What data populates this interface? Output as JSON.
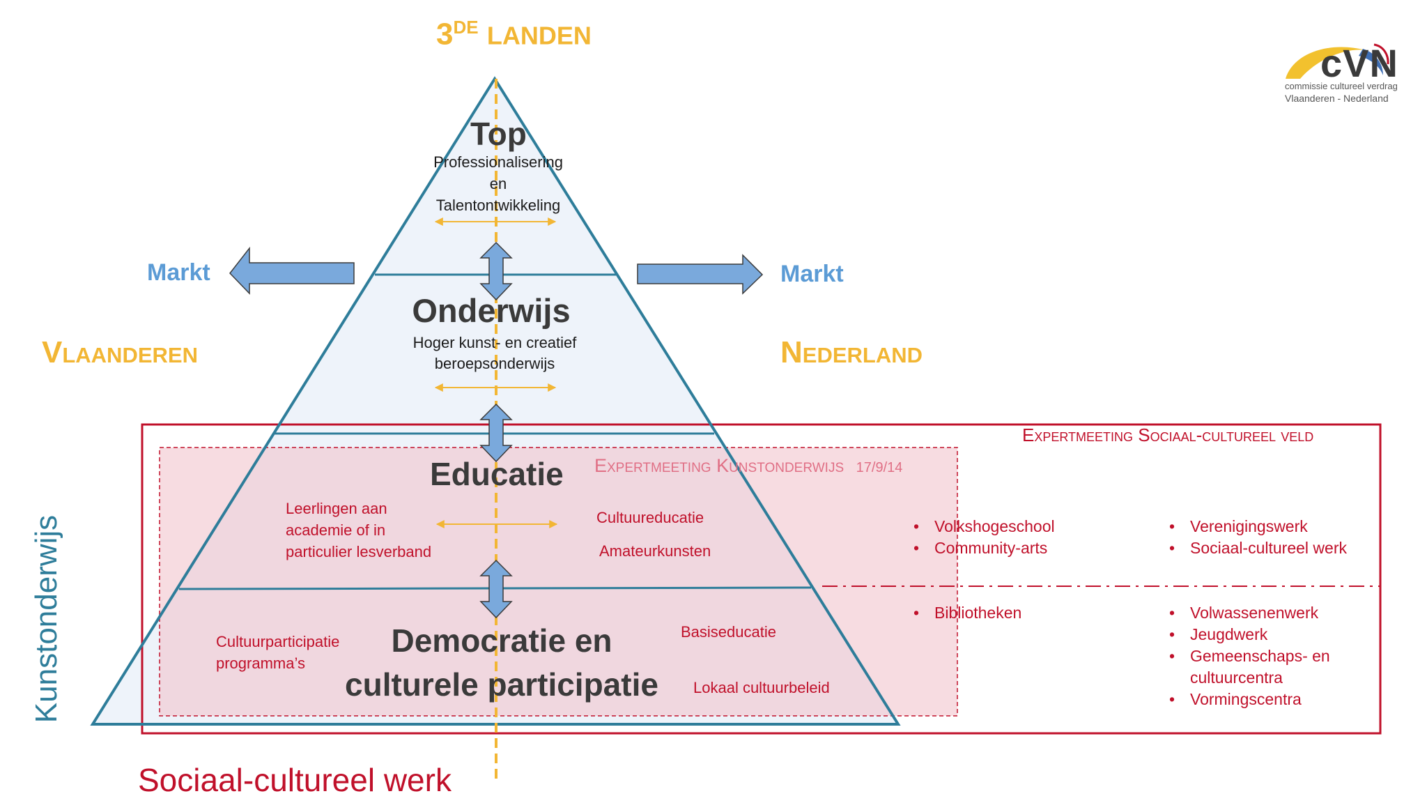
{
  "title": {
    "prefix": "3",
    "sup": "DE",
    "rest": "LANDEN"
  },
  "logo": {
    "text": "cVN",
    "line1": "commissie cultureel verdrag",
    "line2": "Vlaanderen - Nederland",
    "arc_color": "#f2c12e",
    "accent_color": "#3f6fb5"
  },
  "left_region": "Vlaanderen",
  "right_region": "Nederland",
  "markt_left": "Markt",
  "markt_right": "Markt",
  "levels": {
    "top": {
      "title": "Top",
      "lines": [
        "Professionalisering",
        "en",
        "Talentontwikkeling"
      ]
    },
    "onderwijs": {
      "title": "Onderwijs",
      "lines": [
        "Hoger kunst- en creatief",
        "beroepsonderwijs"
      ]
    },
    "educatie": {
      "title": "Educatie",
      "left": [
        "Leerlingen aan",
        "academie of in",
        "particulier lesverband"
      ],
      "right1": "Cultuureducatie",
      "right2": "Amateurkunsten"
    },
    "democratie": {
      "title_line1": "Democratie en",
      "title_line2": "culturele participatie",
      "left": [
        "Cultuurparticipatie",
        "programma’s"
      ],
      "right1": "Basiseducatie",
      "right2": "Lokaal cultuurbeleid"
    }
  },
  "expertmeeting_kunst": {
    "label": "Expertmeeting Kunstonderwijs",
    "date": "17/9/14"
  },
  "expertmeeting_sociaal": "Expertmeeting Sociaal-cultureel veld",
  "bullets": {
    "col1_top": [
      "Volkshogeschool",
      "Community-arts"
    ],
    "col2_top": [
      "Verenigingswerk",
      "Sociaal-cultureel werk"
    ],
    "col1_bottom": [
      "Bibliotheken"
    ],
    "col2_bottom": [
      "Volwassenenwerk",
      "Jeugdwerk",
      "Gemeenschaps- en",
      "cultuurcentra",
      "Vormingscentra"
    ]
  },
  "vertical_label": "Kunstonderwijs",
  "bottom_label": "Sociaal-cultureel werk",
  "colors": {
    "yellow": "#f2b634",
    "blue": "#5b9bd5",
    "teal": "#2e7d9a",
    "red": "#c0102a",
    "box_fill": "#f2c4cd"
  }
}
